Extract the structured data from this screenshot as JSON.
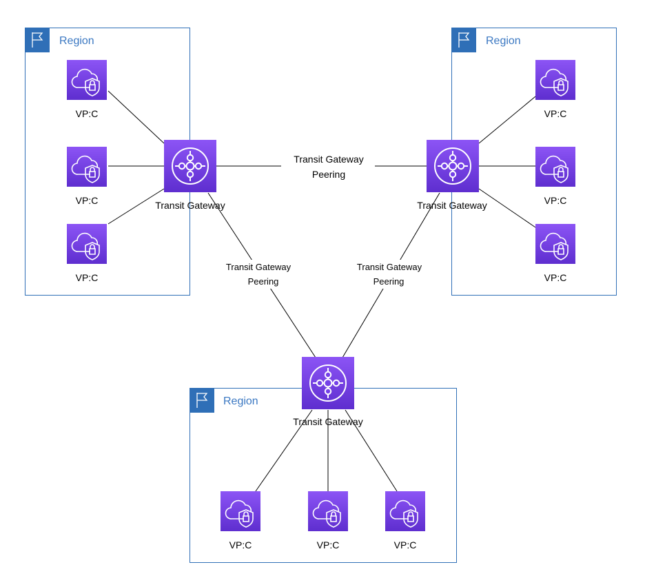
{
  "colors": {
    "region_border": "#2f6fb7",
    "region_text": "#3b78c2",
    "icon_fill_top": "#8c54f5",
    "icon_fill_bottom": "#5e2ecf"
  },
  "icons": {
    "region": "flag-icon",
    "vpc": "vpc-cloud-shield-icon",
    "transit_gateway": "transit-gateway-icon"
  },
  "regions": [
    {
      "label": "Region"
    },
    {
      "label": "Region"
    },
    {
      "label": "Region"
    }
  ],
  "gateways": [
    {
      "label": "Transit Gateway"
    },
    {
      "label": "Transit Gateway"
    },
    {
      "label": "Transit Gateway"
    }
  ],
  "vpcs": {
    "left": [
      {
        "label": "VP:C"
      },
      {
        "label": "VP:C"
      },
      {
        "label": "VP:C"
      }
    ],
    "right": [
      {
        "label": "VP:C"
      },
      {
        "label": "VP:C"
      },
      {
        "label": "VP:C"
      }
    ],
    "bottom": [
      {
        "label": "VP:C"
      },
      {
        "label": "VP:C"
      },
      {
        "label": "VP:C"
      }
    ]
  },
  "peerings": {
    "top": {
      "line1": "Transit Gateway",
      "line2": "Peering"
    },
    "left": {
      "line1": "Transit Gateway",
      "line2": "Peering"
    },
    "right": {
      "line1": "Transit Gateway",
      "line2": "Peering"
    }
  }
}
